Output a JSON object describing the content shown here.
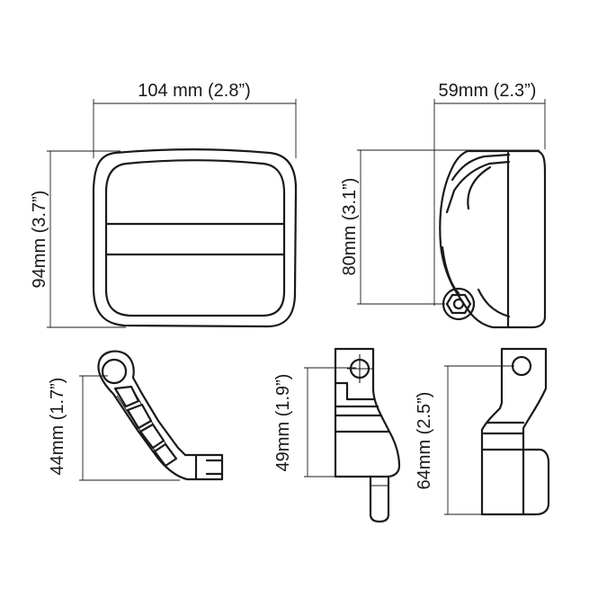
{
  "dimensions": {
    "front_width": "104 mm (2.8”)",
    "front_height": "94mm (3.7”)",
    "side_depth": "59mm (2.3”)",
    "side_height": "80mm (3.1”)",
    "bracket_a_height": "44mm (1.7”)",
    "bracket_b_height": "49mm (1.9”)",
    "bracket_c_height": "64mm (2.5”)"
  },
  "colors": {
    "line": "#1a1a1a",
    "background": "#ffffff"
  }
}
